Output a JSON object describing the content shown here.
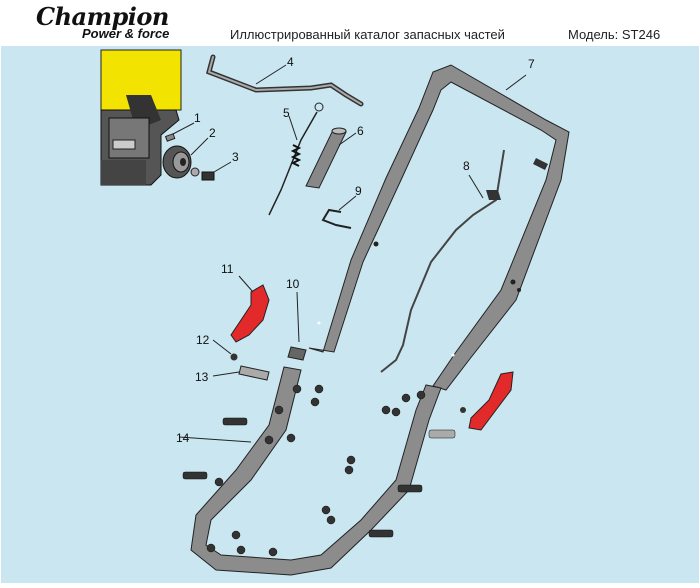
{
  "header": {
    "brand": "Champion",
    "tagline": "Power & force",
    "catalog_title": "Иллюстрированный каталог запасных частей",
    "model_label": "Модель: ST246"
  },
  "colors": {
    "diagram_background": "#cae6f0",
    "engine_yellow": "#f2e400",
    "lever_red": "#e32a2a",
    "part_gray": "#9a9a9a"
  },
  "parts": [
    {
      "number": "1"
    },
    {
      "number": "2"
    },
    {
      "number": "3"
    },
    {
      "number": "4"
    },
    {
      "number": "5"
    },
    {
      "number": "6"
    },
    {
      "number": "7"
    },
    {
      "number": "8"
    },
    {
      "number": "9"
    },
    {
      "number": "10"
    },
    {
      "number": "11"
    },
    {
      "number": "12"
    },
    {
      "number": "13"
    },
    {
      "number": "14"
    }
  ]
}
